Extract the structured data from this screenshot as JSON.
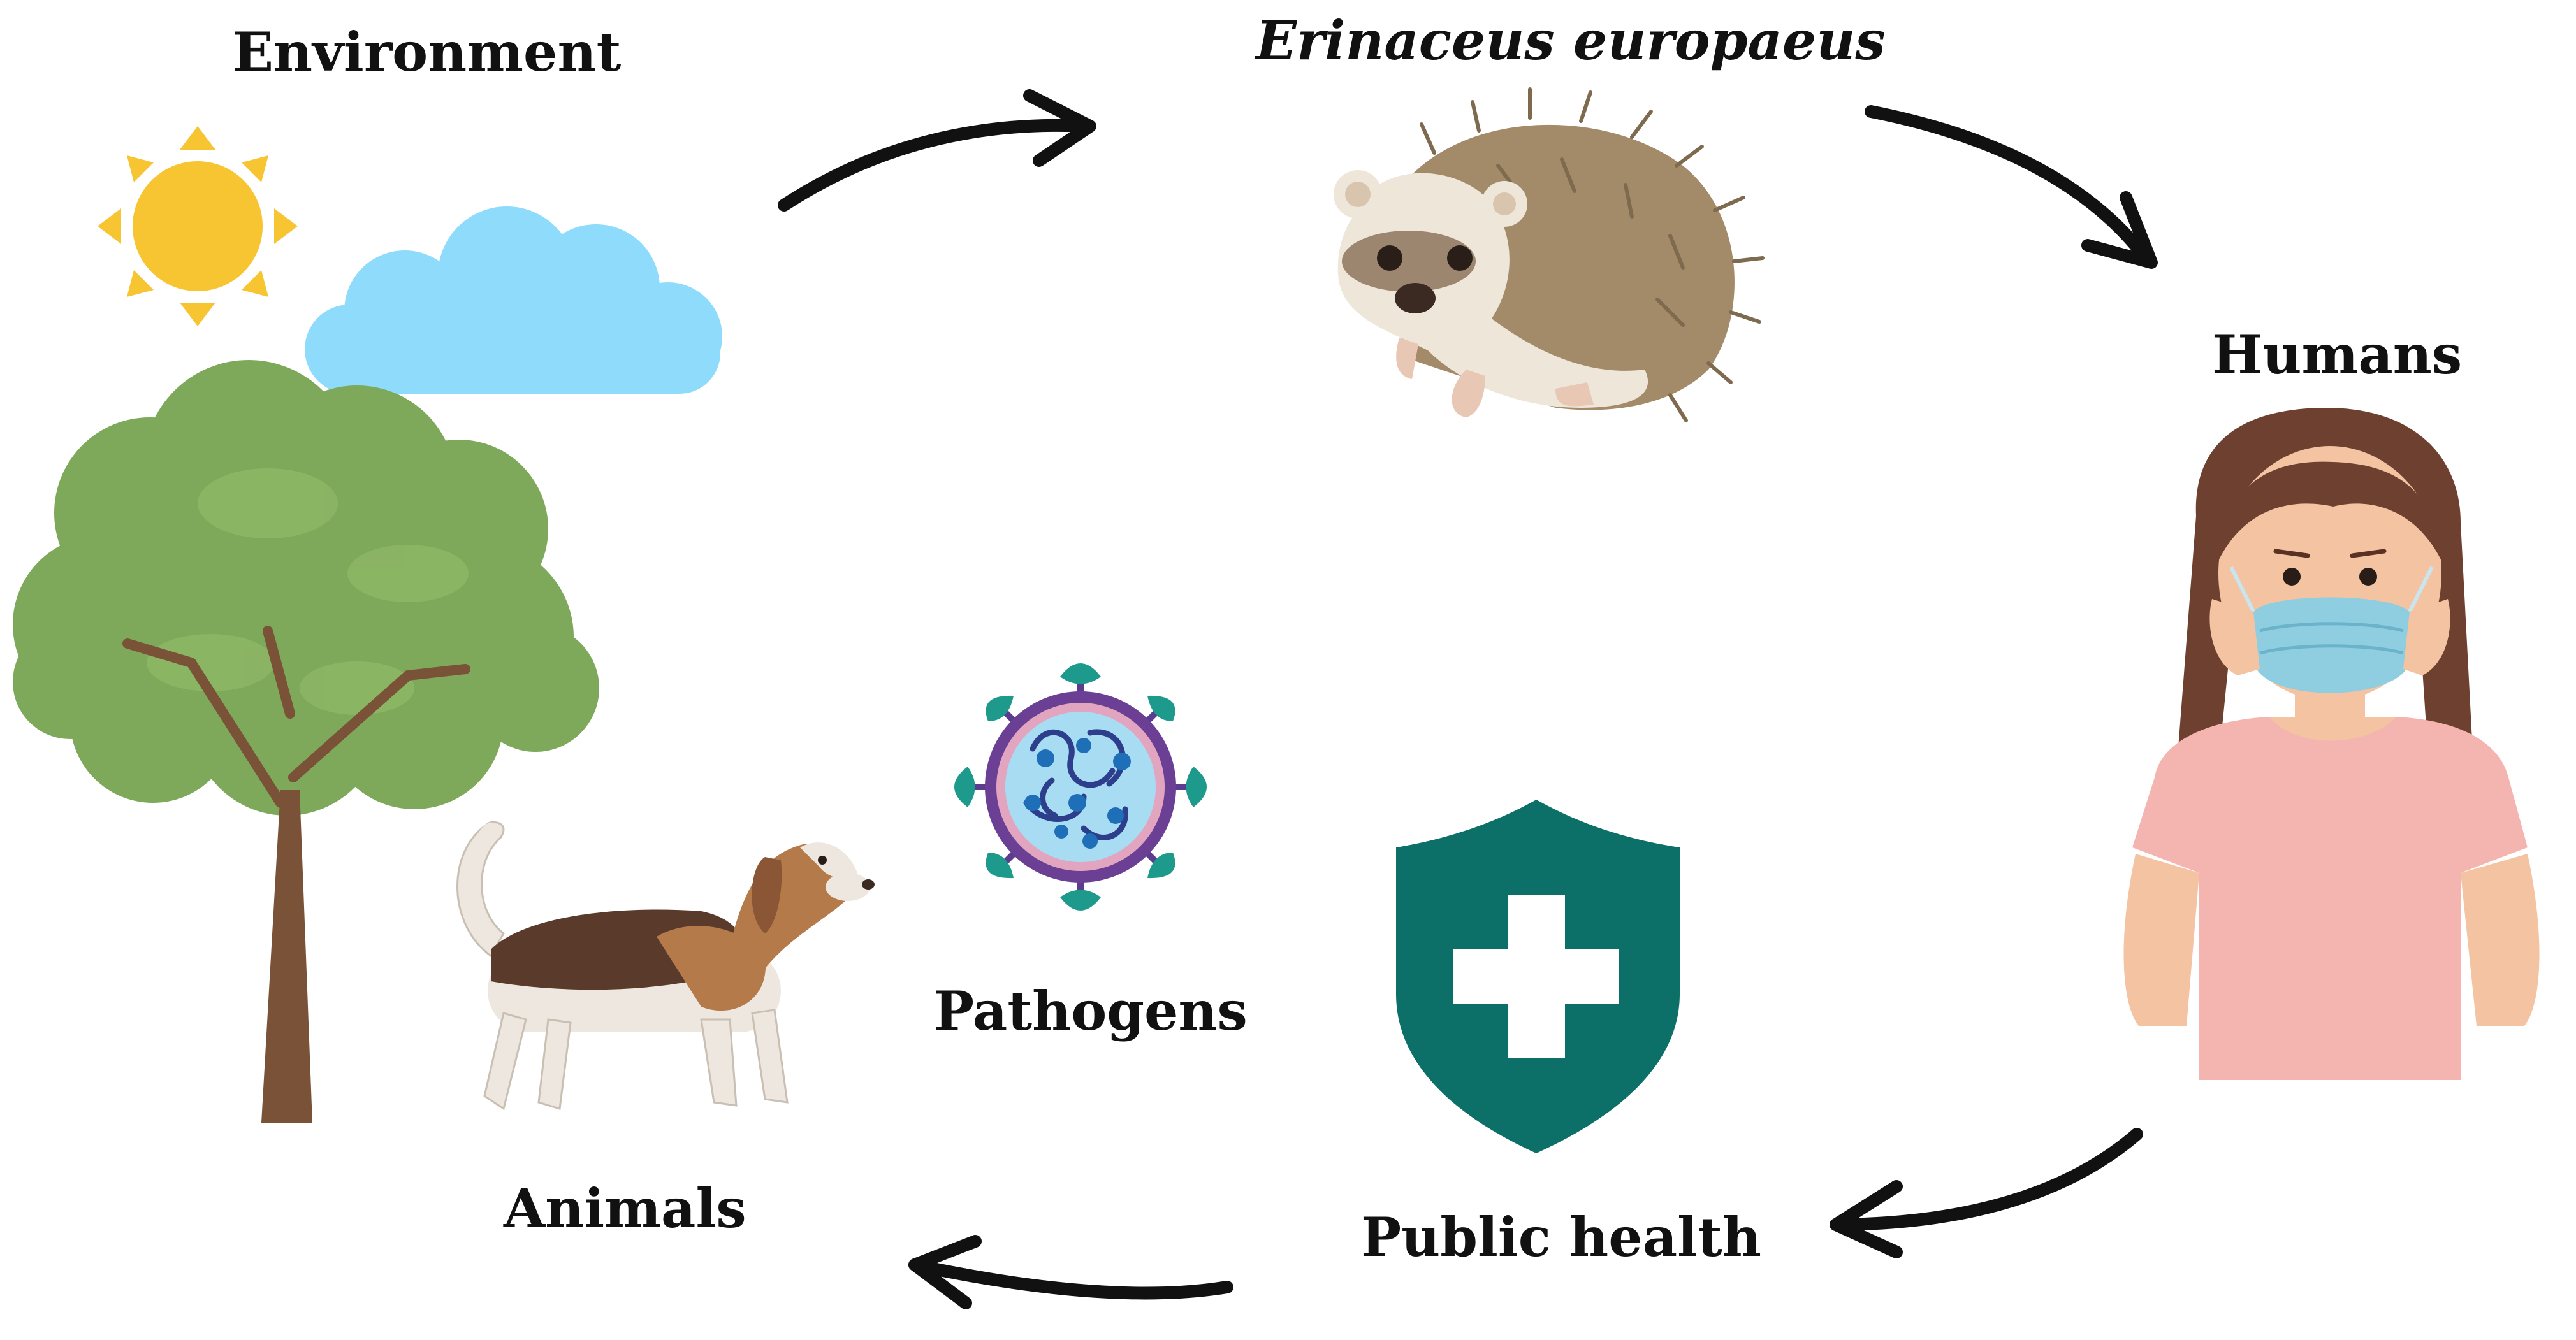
{
  "labels": {
    "environment": "Environment",
    "species": "Erinaceus europaeus",
    "humans": "Humans",
    "pathogens": "Pathogens",
    "animals": "Animals",
    "public_health": "Public health"
  },
  "colors": {
    "sun": "#F7C531",
    "cloud": "#8FDBFB",
    "tree_foliage": "#7FA95A",
    "tree_trunk": "#7A5238",
    "shield": "#0C7068",
    "virus_teal": "#1E9A8C",
    "virus_purple": "#5B3C8E",
    "virus_inner": "#A8DCF2",
    "hedgehog_spines": "#A38B6A",
    "mask": "#8FCDE0",
    "shirt": "#F4B5B0",
    "hair": "#6E4030",
    "arrow": "#111111"
  },
  "icons": [
    "sun-icon",
    "cloud-icon",
    "tree-icon",
    "dog-icon",
    "virus-icon",
    "hedgehog-icon",
    "woman-with-mask-icon",
    "shield-cross-icon"
  ]
}
